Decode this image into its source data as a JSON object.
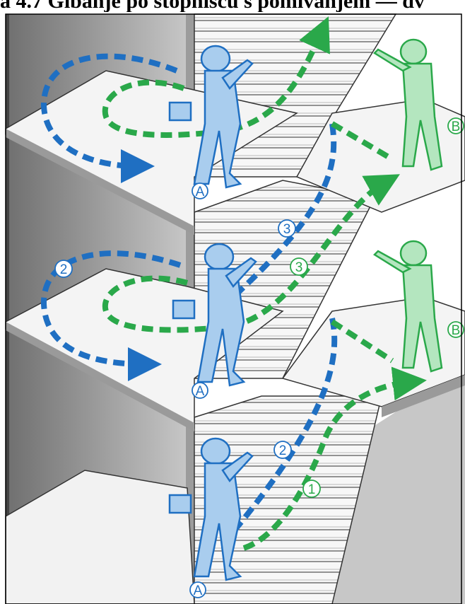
{
  "title": "a 4.7 Gibanje po stopnišču s pomivanjem — dv",
  "colors": {
    "blue": "#1f6fc2",
    "green": "#2aa84a",
    "team_b_fill": "#b4e6bf",
    "team_a_fill": "#a9cdee",
    "wall_dark": "#8d8d8d",
    "wall_mid": "#bdbdbd",
    "floor": "#f4f4f4"
  },
  "labels": {
    "soldier_a": "A",
    "soldier_b": "B",
    "step_1": "1",
    "step_2": "2",
    "step_3": "3"
  },
  "icons": [
    "soldier-team-a-icon",
    "soldier-team-b-icon",
    "blue-dashed-route-arrow",
    "green-dashed-route-arrow"
  ]
}
